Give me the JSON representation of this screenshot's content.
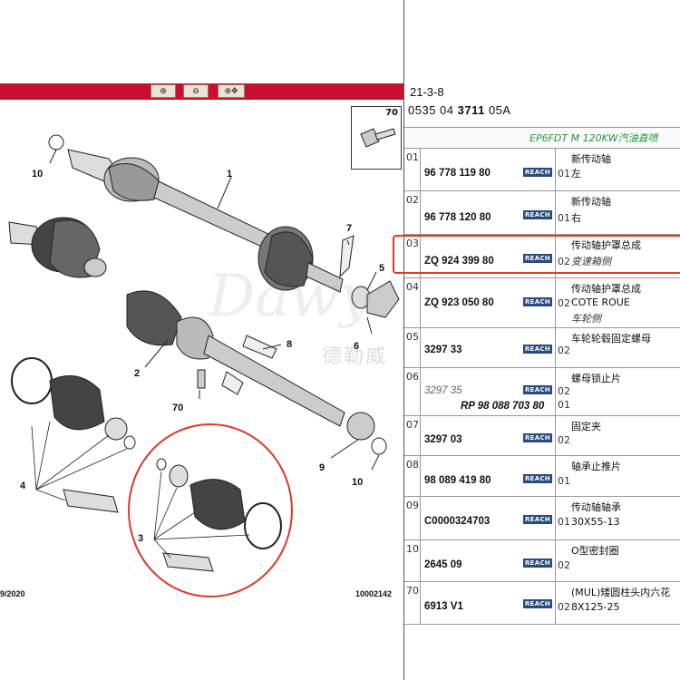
{
  "toolbar": {
    "buttons": [
      {
        "name": "zoom-in-button",
        "glyph": "⊕"
      },
      {
        "name": "zoom-out-button",
        "glyph": "⊖"
      },
      {
        "name": "pan-button",
        "glyph": "⊕✥"
      }
    ]
  },
  "diagram": {
    "callouts": [
      "10",
      "1",
      "7",
      "5",
      "6",
      "8",
      "2",
      "70",
      "9",
      "10",
      "4",
      "3"
    ],
    "footer_date": "9/2020",
    "footer_code": "10002142",
    "inset_part_number": "70"
  },
  "header": {
    "ref_line1": "21-3-8",
    "ref_line2_prefix": "0535 04",
    "ref_line2_bold": "3711",
    "ref_line2_suffix": "05A",
    "engine": "EP6FDT M 120KW汽油直喷"
  },
  "badge_label": "REACH",
  "rows": [
    {
      "ref": "01",
      "part": "96 778 119 80",
      "qty": "01",
      "desc": "新传动轴",
      "desc2": "左",
      "desc3": ""
    },
    {
      "ref": "02",
      "part": "96 778 120 80",
      "qty": "01",
      "desc": "新传动轴",
      "desc2": "右",
      "desc3": ""
    },
    {
      "ref": "03",
      "part": "ZQ 924 399 80",
      "qty": "02",
      "desc": "传动轴护罩总成",
      "desc2": "变速箱侧",
      "desc3": ""
    },
    {
      "ref": "04",
      "part": "ZQ 923 050 80",
      "qty": "02",
      "desc": "传动轴护罩总成",
      "desc2": "COTE ROUE",
      "desc3": "车轮侧"
    },
    {
      "ref": "05",
      "part": "3297 33",
      "qty": "02",
      "desc": "车轮轮毂固定螺母",
      "desc2": "",
      "desc3": ""
    },
    {
      "ref": "06",
      "part": "3297 35",
      "part2": "RP 98 088 703 80",
      "qty": "02",
      "qty2": "01",
      "desc": "螺母锁止片",
      "desc2": "",
      "desc3": ""
    },
    {
      "ref": "07",
      "part": "3297 03",
      "qty": "02",
      "desc": "固定夹",
      "desc2": "",
      "desc3": ""
    },
    {
      "ref": "08",
      "part": "98 089 419 80",
      "qty": "01",
      "desc": "轴承止推片",
      "desc2": "",
      "desc3": ""
    },
    {
      "ref": "09",
      "part": "C0000324703",
      "qty": "01",
      "desc": "传动轴轴承",
      "desc2": "30X55-13",
      "desc3": ""
    },
    {
      "ref": "10",
      "part": "2645 09",
      "qty": "02",
      "desc": "O型密封圈",
      "desc2": "",
      "desc3": ""
    },
    {
      "ref": "70",
      "part": "6913 V1",
      "qty": "02",
      "desc": "(MUL)矮圆柱头内六花",
      "desc2": "8X125-25",
      "desc3": ""
    }
  ],
  "watermark": {
    "latin": "Dawy",
    "cjk": "德勒威"
  },
  "colors": {
    "toolbar": "#c8102e",
    "highlight": "#d93a2b",
    "engine_text": "#1a9a3a",
    "reach_badge": "#2b4a80"
  }
}
